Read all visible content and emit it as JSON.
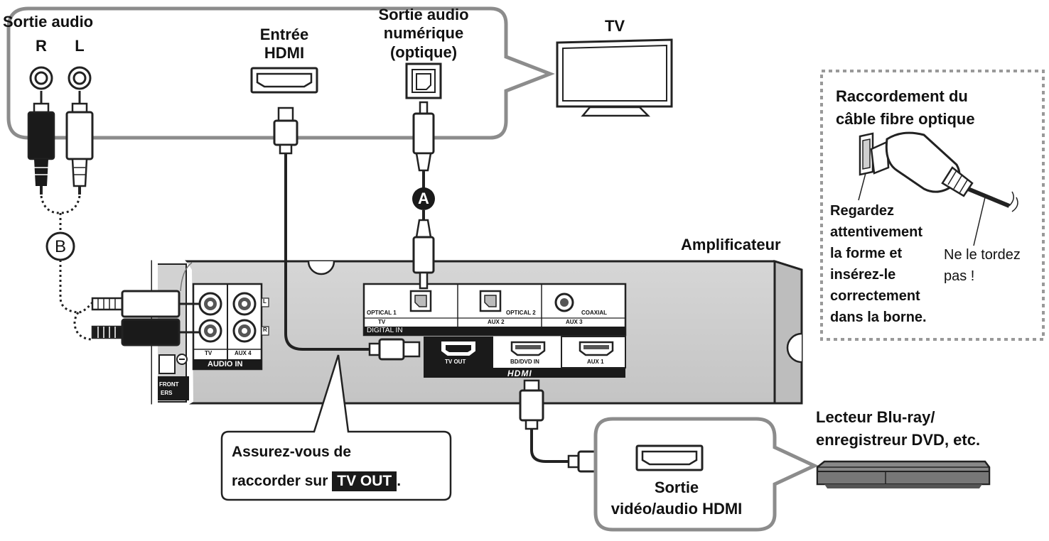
{
  "tv_side": {
    "audio_out_title": "Sortie audio",
    "audio_r": "R",
    "audio_l": "L",
    "hdmi_in_line1": "Entrée",
    "hdmi_in_line2": "HDMI",
    "digital_out_line1": "Sortie audio",
    "digital_out_line2": "numérique",
    "digital_out_line3": "(optique)",
    "tv_label": "TV"
  },
  "optical_note": {
    "title_line1": "Raccordement du",
    "title_line2": "câble fibre optique",
    "instruction_lines": [
      "Regardez",
      "attentivement",
      "la forme et",
      "insérez-le",
      "correctement",
      "dans la borne."
    ],
    "warning_line1": "Ne le tordez",
    "warning_line2": "pas !"
  },
  "markers": {
    "a": "A",
    "b": "B"
  },
  "amplifier": {
    "title": "Amplificateur",
    "digital_in": {
      "section_label": "DIGITAL IN",
      "optical1_label": "OPTICAL 1",
      "optical1_sub": "TV",
      "optical2_label": "OPTICAL 2",
      "optical2_sub": "AUX 2",
      "coaxial_label": "COAXIAL",
      "coaxial_sub": "AUX 3"
    },
    "audio_in": {
      "section_label": "AUDIO IN",
      "col1": "TV",
      "col2": "AUX 4",
      "mark_l": "L",
      "mark_r": "R"
    },
    "hdmi": {
      "logo": "HDMI",
      "tv_out": "TV OUT",
      "bd_dvd_in": "BD/DVD IN",
      "aux1": "AUX 1"
    },
    "partial_label1": "FRONT",
    "partial_label2": "ERS"
  },
  "callout_tv_out": {
    "line1": "Assurez-vous de",
    "line2_prefix": "raccorder sur",
    "badge": "TV OUT",
    "suffix": "."
  },
  "player": {
    "label_line1": "Lecteur Blu-ray/",
    "label_line2": "enregistreur DVD, etc.",
    "output_line1": "Sortie",
    "output_line2": "vidéo/audio HDMI"
  }
}
